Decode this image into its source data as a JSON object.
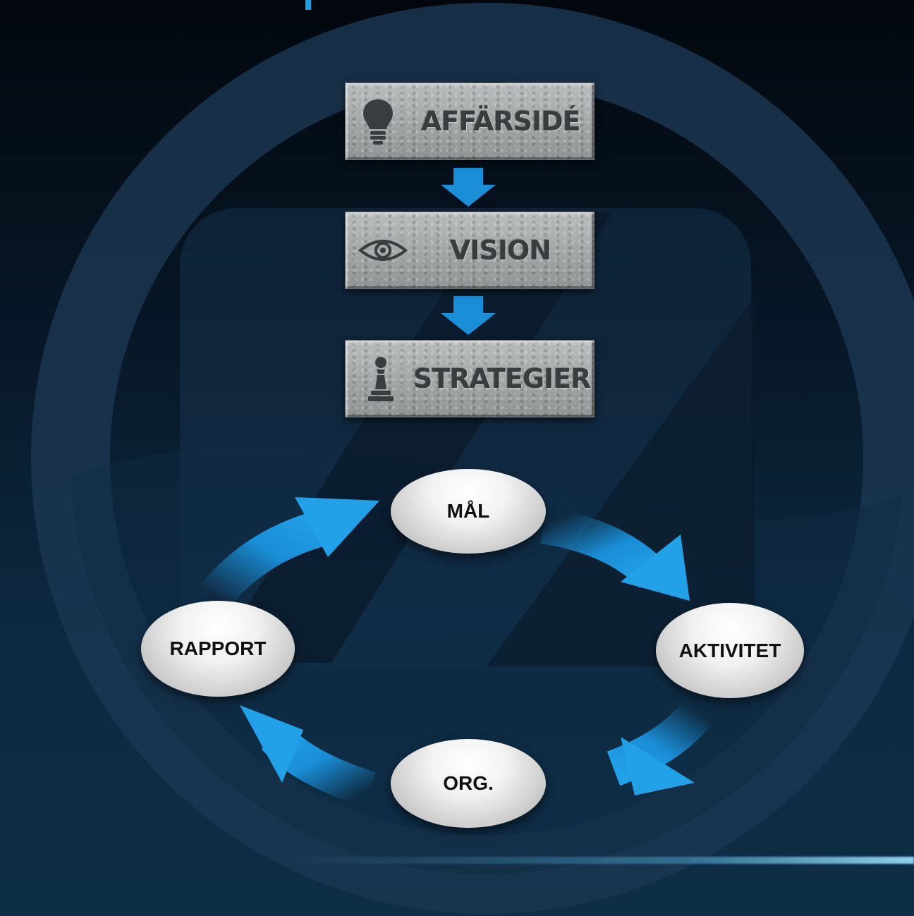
{
  "flow": {
    "steps": [
      {
        "label": "AFFÄRSIDÉ",
        "icon": "lightbulb-icon"
      },
      {
        "label": "VISION",
        "icon": "eye-icon"
      },
      {
        "label": "STRATEGIER",
        "icon": "chess-pawn-icon"
      }
    ]
  },
  "cycle": {
    "nodes": [
      "MÅL",
      "AKTIVITET",
      "ORG.",
      "RAPPORT"
    ]
  },
  "colors": {
    "arrow": "#1a8ed6",
    "background_top": "#02070d",
    "background_bottom": "#0e2e46",
    "watermark": "#1d3a55"
  }
}
